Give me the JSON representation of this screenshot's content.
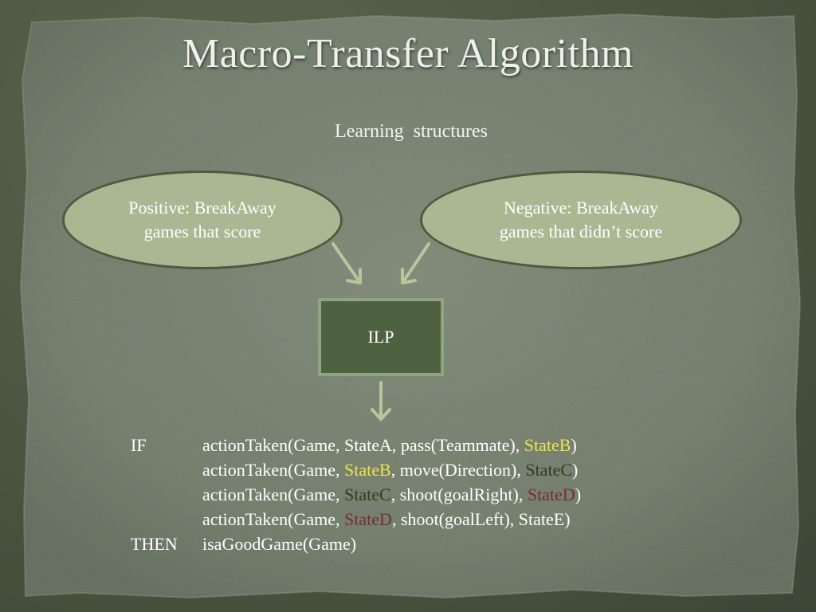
{
  "slide": {
    "title": "Macro-Transfer Algorithm",
    "subtitle": "Learning  structures"
  },
  "diagram": {
    "positive": {
      "line1": "Positive: BreakAway",
      "line2": "games that score"
    },
    "negative": {
      "line1": "Negative: BreakAway",
      "line2": "games that didn’t score"
    },
    "ilp": "ILP"
  },
  "rule": {
    "if_keyword": "IF",
    "then_keyword": "THEN",
    "lines": [
      [
        {
          "text": "actionTaken(Game, StateA, pass(Teammate), ",
          "color": "white"
        },
        {
          "text": "StateB",
          "color": "yellow"
        },
        {
          "text": ")",
          "color": "white"
        }
      ],
      [
        {
          "text": "actionTaken(Game, ",
          "color": "white"
        },
        {
          "text": "StateB",
          "color": "yellow"
        },
        {
          "text": ", move(Direction), ",
          "color": "white"
        },
        {
          "text": "StateC",
          "color": "green"
        },
        {
          "text": ")",
          "color": "white"
        }
      ],
      [
        {
          "text": "actionTaken(Game, ",
          "color": "white"
        },
        {
          "text": "StateC",
          "color": "green"
        },
        {
          "text": ", shoot(goalRight), ",
          "color": "white"
        },
        {
          "text": "StateD",
          "color": "red"
        },
        {
          "text": ")",
          "color": "white"
        }
      ],
      [
        {
          "text": "actionTaken(Game, ",
          "color": "white"
        },
        {
          "text": "StateD",
          "color": "red"
        },
        {
          "text": ", shoot(goalLeft), StateE)",
          "color": "white"
        }
      ]
    ],
    "conclusion": "isaGoodGame(Game)"
  },
  "colors": {
    "white": "#ffffff",
    "yellow": "#f0e24a",
    "green": "#2a3f20",
    "red": "#7a2a34"
  }
}
